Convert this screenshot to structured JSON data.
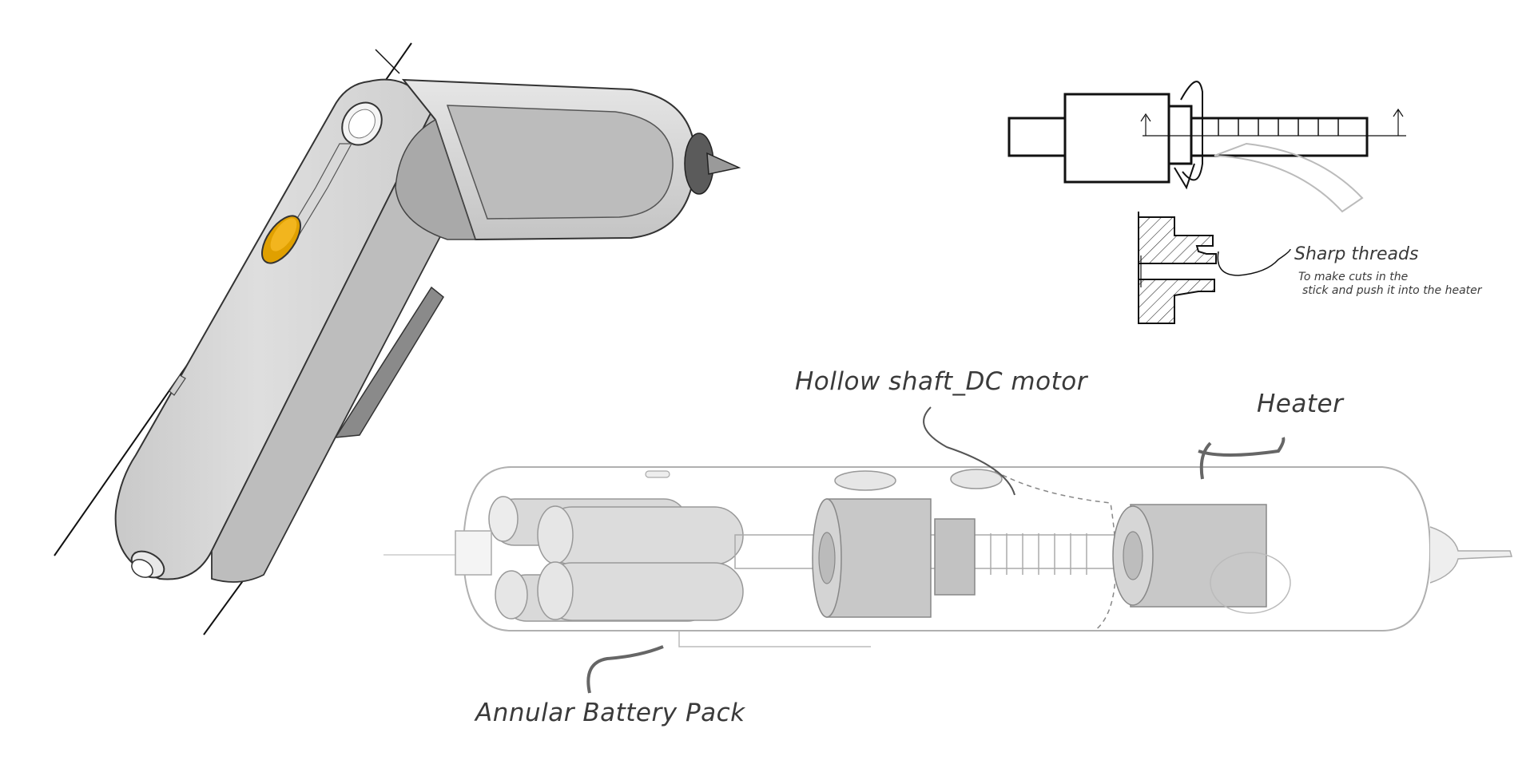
{
  "labels": {
    "hollow_shaft_motor": "Hollow shaft_DC motor",
    "heater": "Heater",
    "battery_pack": "Annular Battery Pack",
    "sharp_threads_title": "Sharp threads",
    "sharp_threads_note_line1": "To make cuts in the",
    "sharp_threads_note_line2": "stick and push it into the heater"
  },
  "colors": {
    "accent_button": "#f2b51e",
    "body_grey": "#d4d4d4",
    "outline": "#222222",
    "label_text": "#3a3a3a"
  }
}
